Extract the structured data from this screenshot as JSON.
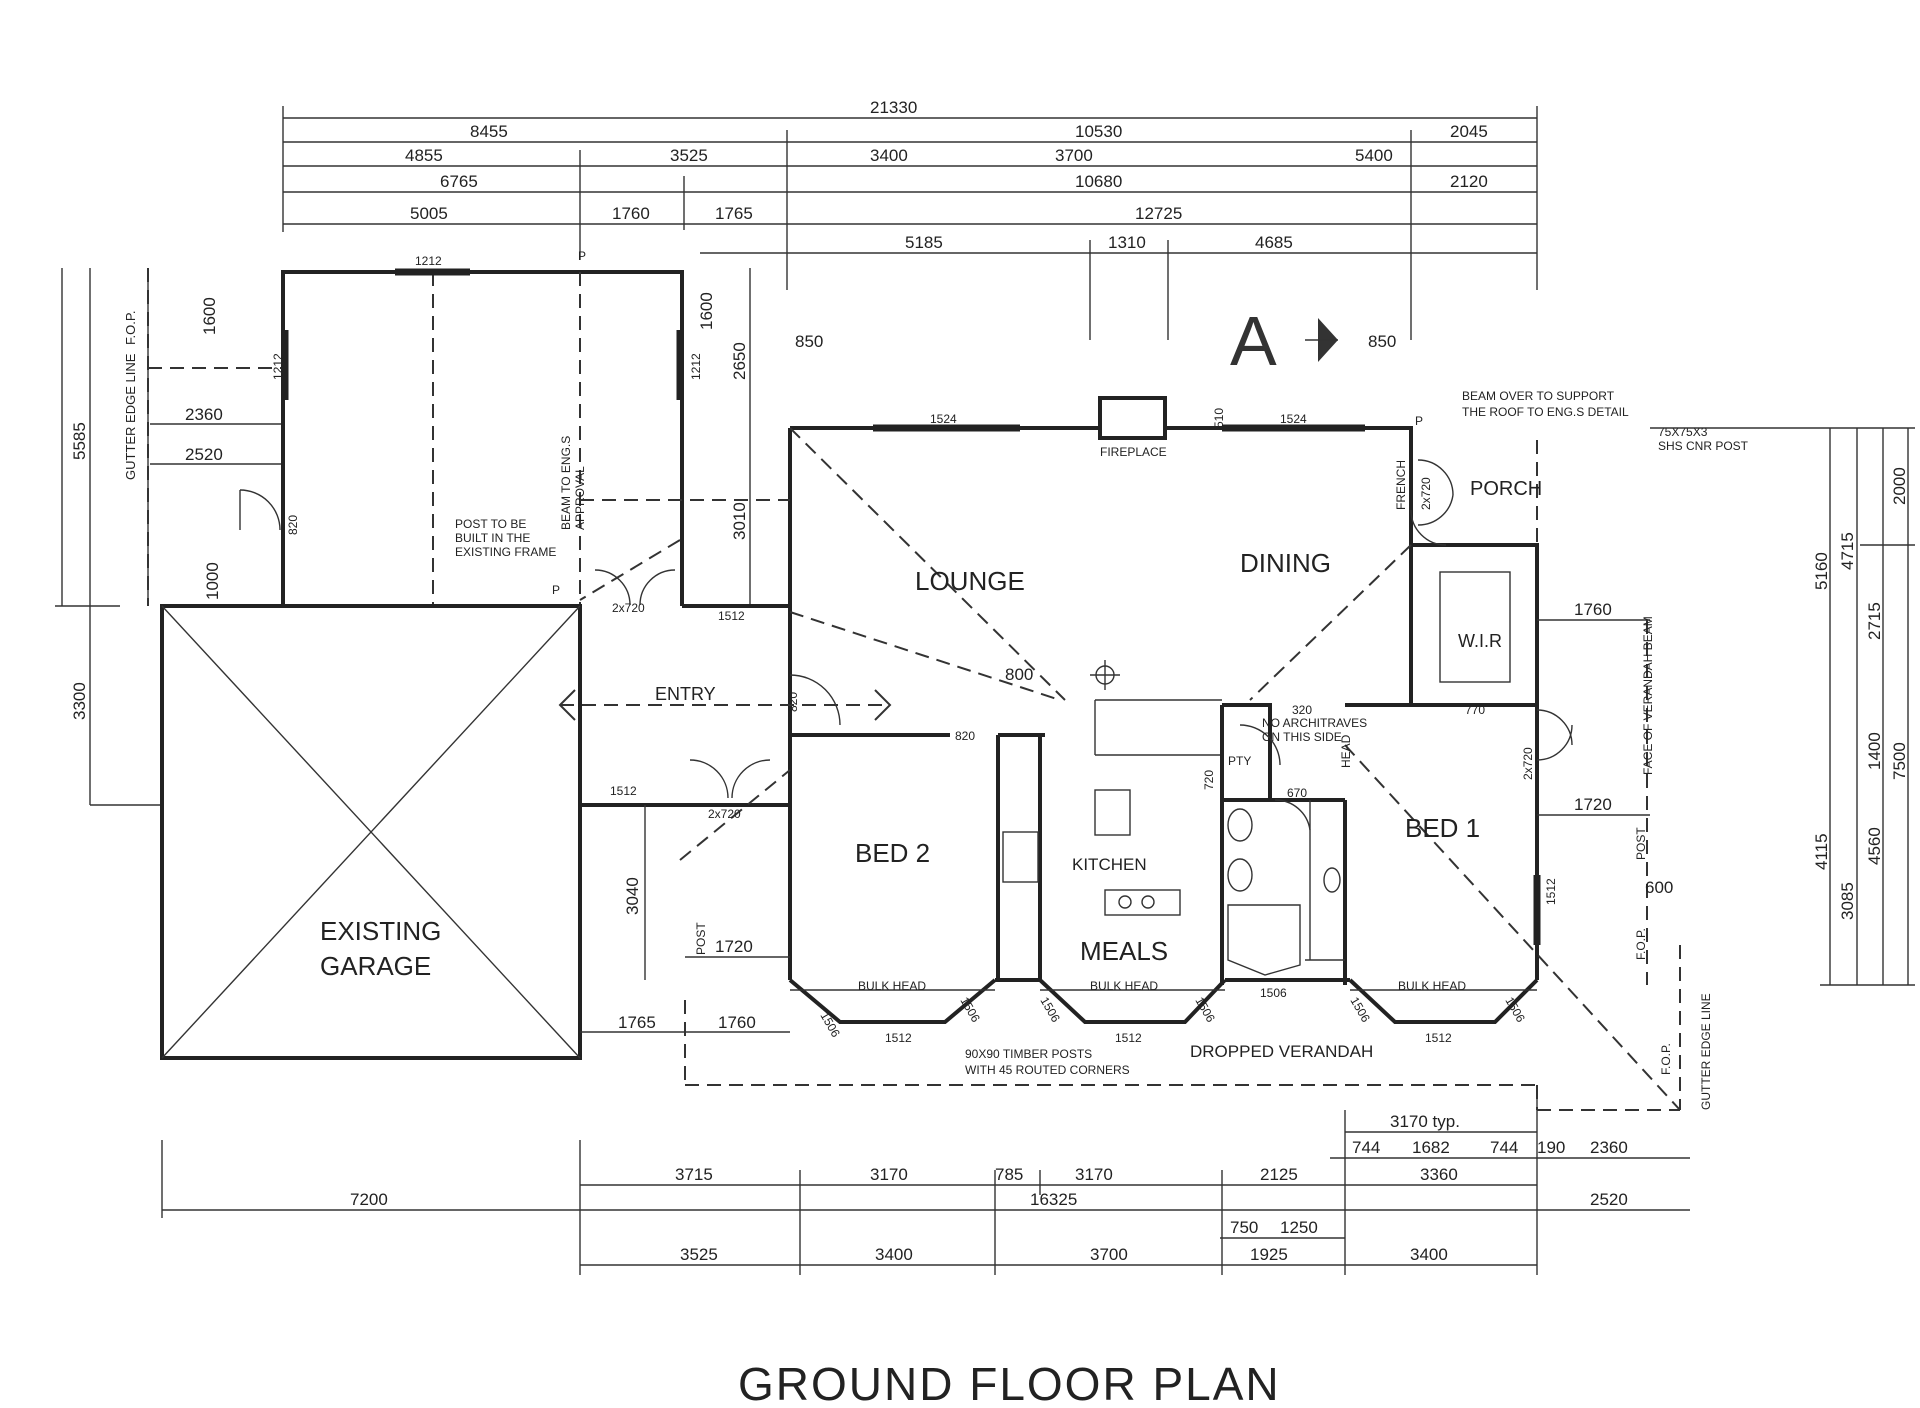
{
  "title": "GROUND FLOOR PLAN",
  "rooms": {
    "lounge": "LOUNGE",
    "dining": "DINING",
    "porch": "PORCH",
    "wir": "W.I.R",
    "entry": "ENTRY",
    "bed2": "BED 2",
    "kitchen": "KITCHEN",
    "meals": "MEALS",
    "bed1": "BED 1",
    "pty": "PTY",
    "fireplace": "FIREPLACE",
    "garage_l1": "EXISTING",
    "garage_l2": "GARAGE",
    "section": "A"
  },
  "notes": {
    "gutter_left": "GUTTER EDGE LINE",
    "fop_left": "F.O.P.",
    "post_to_be_1": "POST TO BE",
    "post_to_be_2": "BUILT IN THE",
    "post_to_be_3": "EXISTING FRAME",
    "beam_eng_1": "BEAM TO ENG.S",
    "beam_eng_2": "APPROVAL",
    "beam_over_1": "BEAM OVER TO SUPPORT",
    "beam_over_2": "THE ROOF TO ENG.S DETAIL",
    "cnr_post_1": "75X75X3",
    "cnr_post_2": "SHS CNR POST",
    "french": "FRENCH",
    "no_arch_1": "NO ARCHITRAVES",
    "no_arch_2": "ON THIS SIDE",
    "face_beam": "FACE OF VERANDAH BEAM",
    "bulk1": "BULK HEAD",
    "bulk2": "BULK HEAD",
    "bulk3": "BULK HEAD",
    "timber_1": "90X90 TIMBER POSTS",
    "timber_2": "WITH 45 ROUTED CORNERS",
    "dropped": "DROPPED VERANDAH",
    "fop_right": "F.O.P.",
    "gutter_right": "GUTTER EDGE LINE",
    "fop_mid": "F.O.P.",
    "post_label": "POST",
    "post_label2": "POST",
    "head": "HEAD",
    "p1": "P",
    "p2": "P",
    "p3": "P"
  },
  "dims_top": {
    "row1": [
      "21330"
    ],
    "row2": [
      "8455",
      "10530",
      "2045"
    ],
    "row3": [
      "4855",
      "3525",
      "3400",
      "3700",
      "5400"
    ],
    "row4": [
      "6765",
      "10680",
      "2120"
    ],
    "row5": [
      "5005",
      "1760",
      "1765",
      "12725"
    ],
    "row6": [
      "5185",
      "1310",
      "4685"
    ]
  },
  "dims_bottom": {
    "row1": [
      "3170 typ."
    ],
    "row2": [
      "744",
      "1682",
      "744",
      "190",
      "2360"
    ],
    "row3": [
      "3715",
      "3170",
      "785",
      "3170",
      "2125",
      "3360"
    ],
    "row4": [
      "7200",
      "16325",
      "2520"
    ],
    "row5": [
      "750",
      "1250"
    ],
    "row6": [
      "3525",
      "3400",
      "3700",
      "1925",
      "3400"
    ]
  },
  "dims_left": [
    "5585",
    "1600",
    "2360",
    "2520",
    "1000",
    "3300",
    "820",
    "1212",
    "1212",
    "1212",
    "1600",
    "2650",
    "3010",
    "1512",
    "1512",
    "3040",
    "1720",
    "1765",
    "1760",
    "2x720",
    "2x720",
    "820"
  ],
  "dims_right": [
    "2000",
    "5160",
    "4715",
    "2715",
    "1760",
    "7500",
    "1400",
    "4560",
    "4115",
    "3085",
    "1720",
    "600",
    "2x720",
    "1512"
  ],
  "dims_inner": [
    "850",
    "850",
    "1524",
    "1524",
    "510",
    "800",
    "320",
    "770",
    "720",
    "670",
    "820",
    "1506",
    "1506",
    "1506",
    "1506",
    "1506",
    "1506",
    "1506",
    "1512",
    "1512",
    "1512",
    "2x720"
  ]
}
